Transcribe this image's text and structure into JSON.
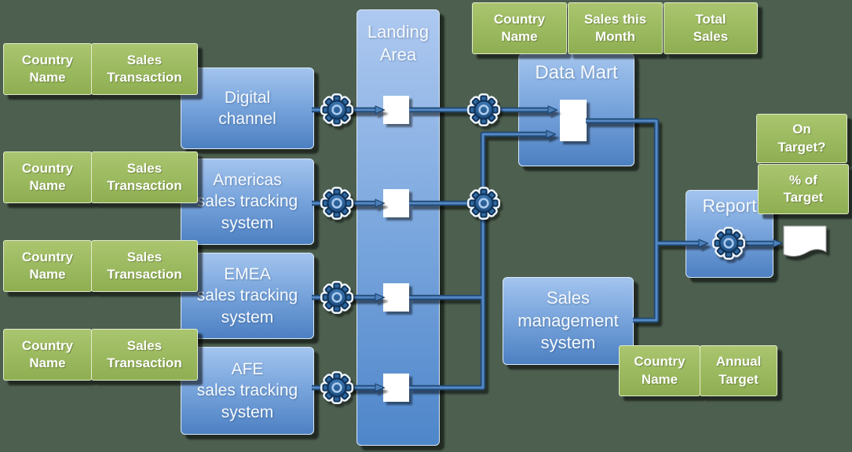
{
  "diagram_type": "data-flow",
  "background_color": "#4d5f4f",
  "sources": [
    {
      "system": "Digital\nchannel",
      "fields": [
        "Country\nName",
        "Sales\nTransaction"
      ]
    },
    {
      "system": "Americas\nsales tracking\nsystem",
      "fields": [
        "Country\nName",
        "Sales\nTransaction"
      ]
    },
    {
      "system": "EMEA\nsales tracking\nsystem",
      "fields": [
        "Country\nName",
        "Sales\nTransaction"
      ]
    },
    {
      "system": "AFE\nsales tracking\nsystem",
      "fields": [
        "Country\nName",
        "Sales\nTransaction"
      ]
    }
  ],
  "landing_area": {
    "label": "Landing\nArea"
  },
  "data_mart": {
    "label": "Data Mart",
    "fields": [
      "Country\nName",
      "Sales this\nMonth",
      "Total\nSales"
    ]
  },
  "sales_management": {
    "label": "Sales\nmanagement\nsystem",
    "fields": [
      "Country\nName",
      "Annual\nTarget"
    ]
  },
  "report": {
    "label": "Report",
    "outputs": [
      "On\nTarget?",
      "% of\nTarget"
    ]
  },
  "icons": {
    "gear": "etl-transform-gear",
    "document": "report-document"
  },
  "colors": {
    "green_field_box": "#9cba60",
    "blue_system_box": "#4f81bd",
    "gear_blue": "#2b6094",
    "connector_blue": "#5688c4",
    "background": "#4d5f4f"
  }
}
